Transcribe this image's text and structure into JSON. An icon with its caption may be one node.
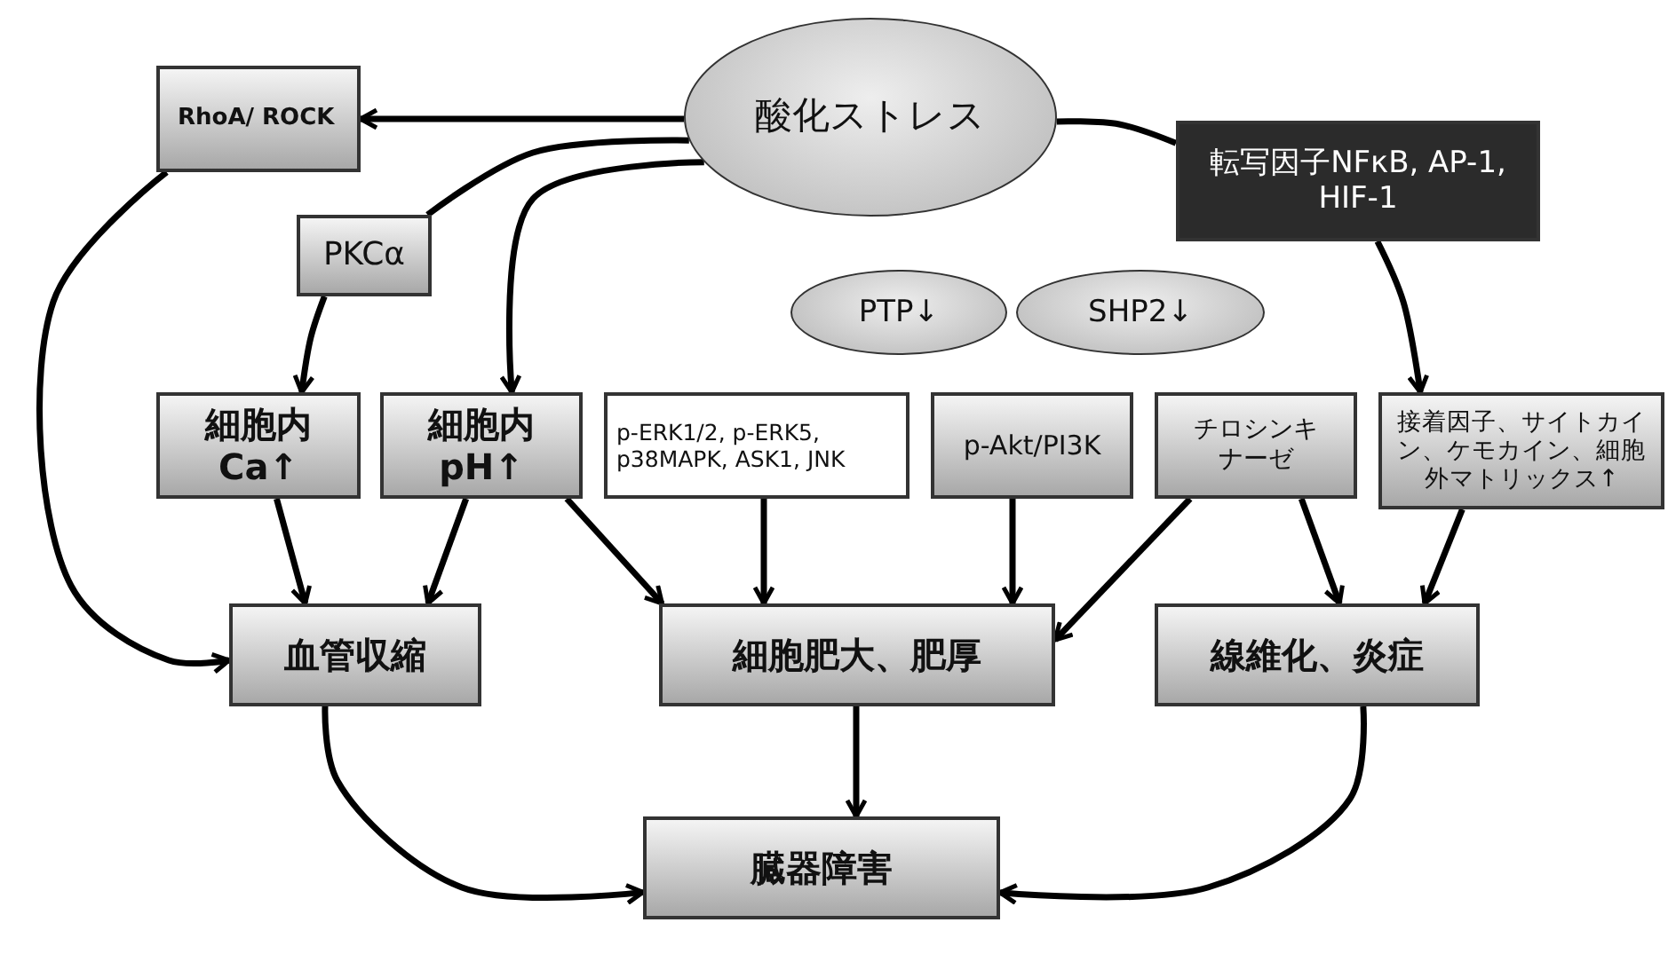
{
  "diagram": {
    "nodes": [
      {
        "text": [
          "酸化ストレス"
        ]
      },
      {
        "text": [
          "RhoA/ ROCK"
        ]
      },
      {
        "text": [
          "転写因子NFκB, AP-1, HIF-1"
        ]
      },
      {
        "text": [
          "PKCα"
        ]
      },
      {
        "text": [
          "PTP↓"
        ]
      },
      {
        "text": [
          "SHP2↓"
        ]
      },
      {
        "text": [
          "細胞内 Ca↑"
        ]
      },
      {
        "text": [
          "細胞内 pH↑"
        ]
      },
      {
        "text": [
          "p-ERK1/2, p-ERK5, p38MAPK, ASK1, JNK"
        ]
      },
      {
        "text": [
          "p-Akt/PI3K"
        ]
      },
      {
        "text": [
          "チロシンキナーゼ"
        ]
      },
      {
        "text": [
          "接着因子、サイトカイン、ケモカイン、細胞外マトリックス↑"
        ]
      },
      {
        "text": [
          "血管収縮"
        ]
      },
      {
        "text": [
          "細胞肥大、肥厚"
        ]
      },
      {
        "text": [
          "線維化、炎症"
        ]
      },
      {
        "text": [
          "臓器障害"
        ]
      }
    ],
    "edges": [
      {
        "from": 0,
        "to": 1,
        "arrow": "to"
      },
      {
        "from": 0,
        "to": 3,
        "arrow": "none"
      },
      {
        "from": 3,
        "to": 6,
        "arrow": "to"
      },
      {
        "from": 0,
        "to": 7,
        "arrow": "to"
      },
      {
        "from": 0,
        "to": 2,
        "arrow": "none"
      },
      {
        "from": 2,
        "to": 11,
        "arrow": "to"
      },
      {
        "from": 1,
        "to": 12,
        "arrow": "to"
      },
      {
        "from": 6,
        "to": 12,
        "arrow": "to"
      },
      {
        "from": 7,
        "to": 12,
        "arrow": "to"
      },
      {
        "from": 7,
        "to": 13,
        "arrow": "to"
      },
      {
        "from": 8,
        "to": 13,
        "arrow": "to"
      },
      {
        "from": 9,
        "to": 13,
        "arrow": "to"
      },
      {
        "from": 10,
        "to": 13,
        "arrow": "to"
      },
      {
        "from": 10,
        "to": 14,
        "arrow": "to"
      },
      {
        "from": 11,
        "to": 14,
        "arrow": "to"
      },
      {
        "from": 12,
        "to": 15,
        "arrow": "to"
      },
      {
        "from": 13,
        "to": 15,
        "arrow": "to"
      },
      {
        "from": 14,
        "to": 15,
        "arrow": "to"
      }
    ]
  }
}
